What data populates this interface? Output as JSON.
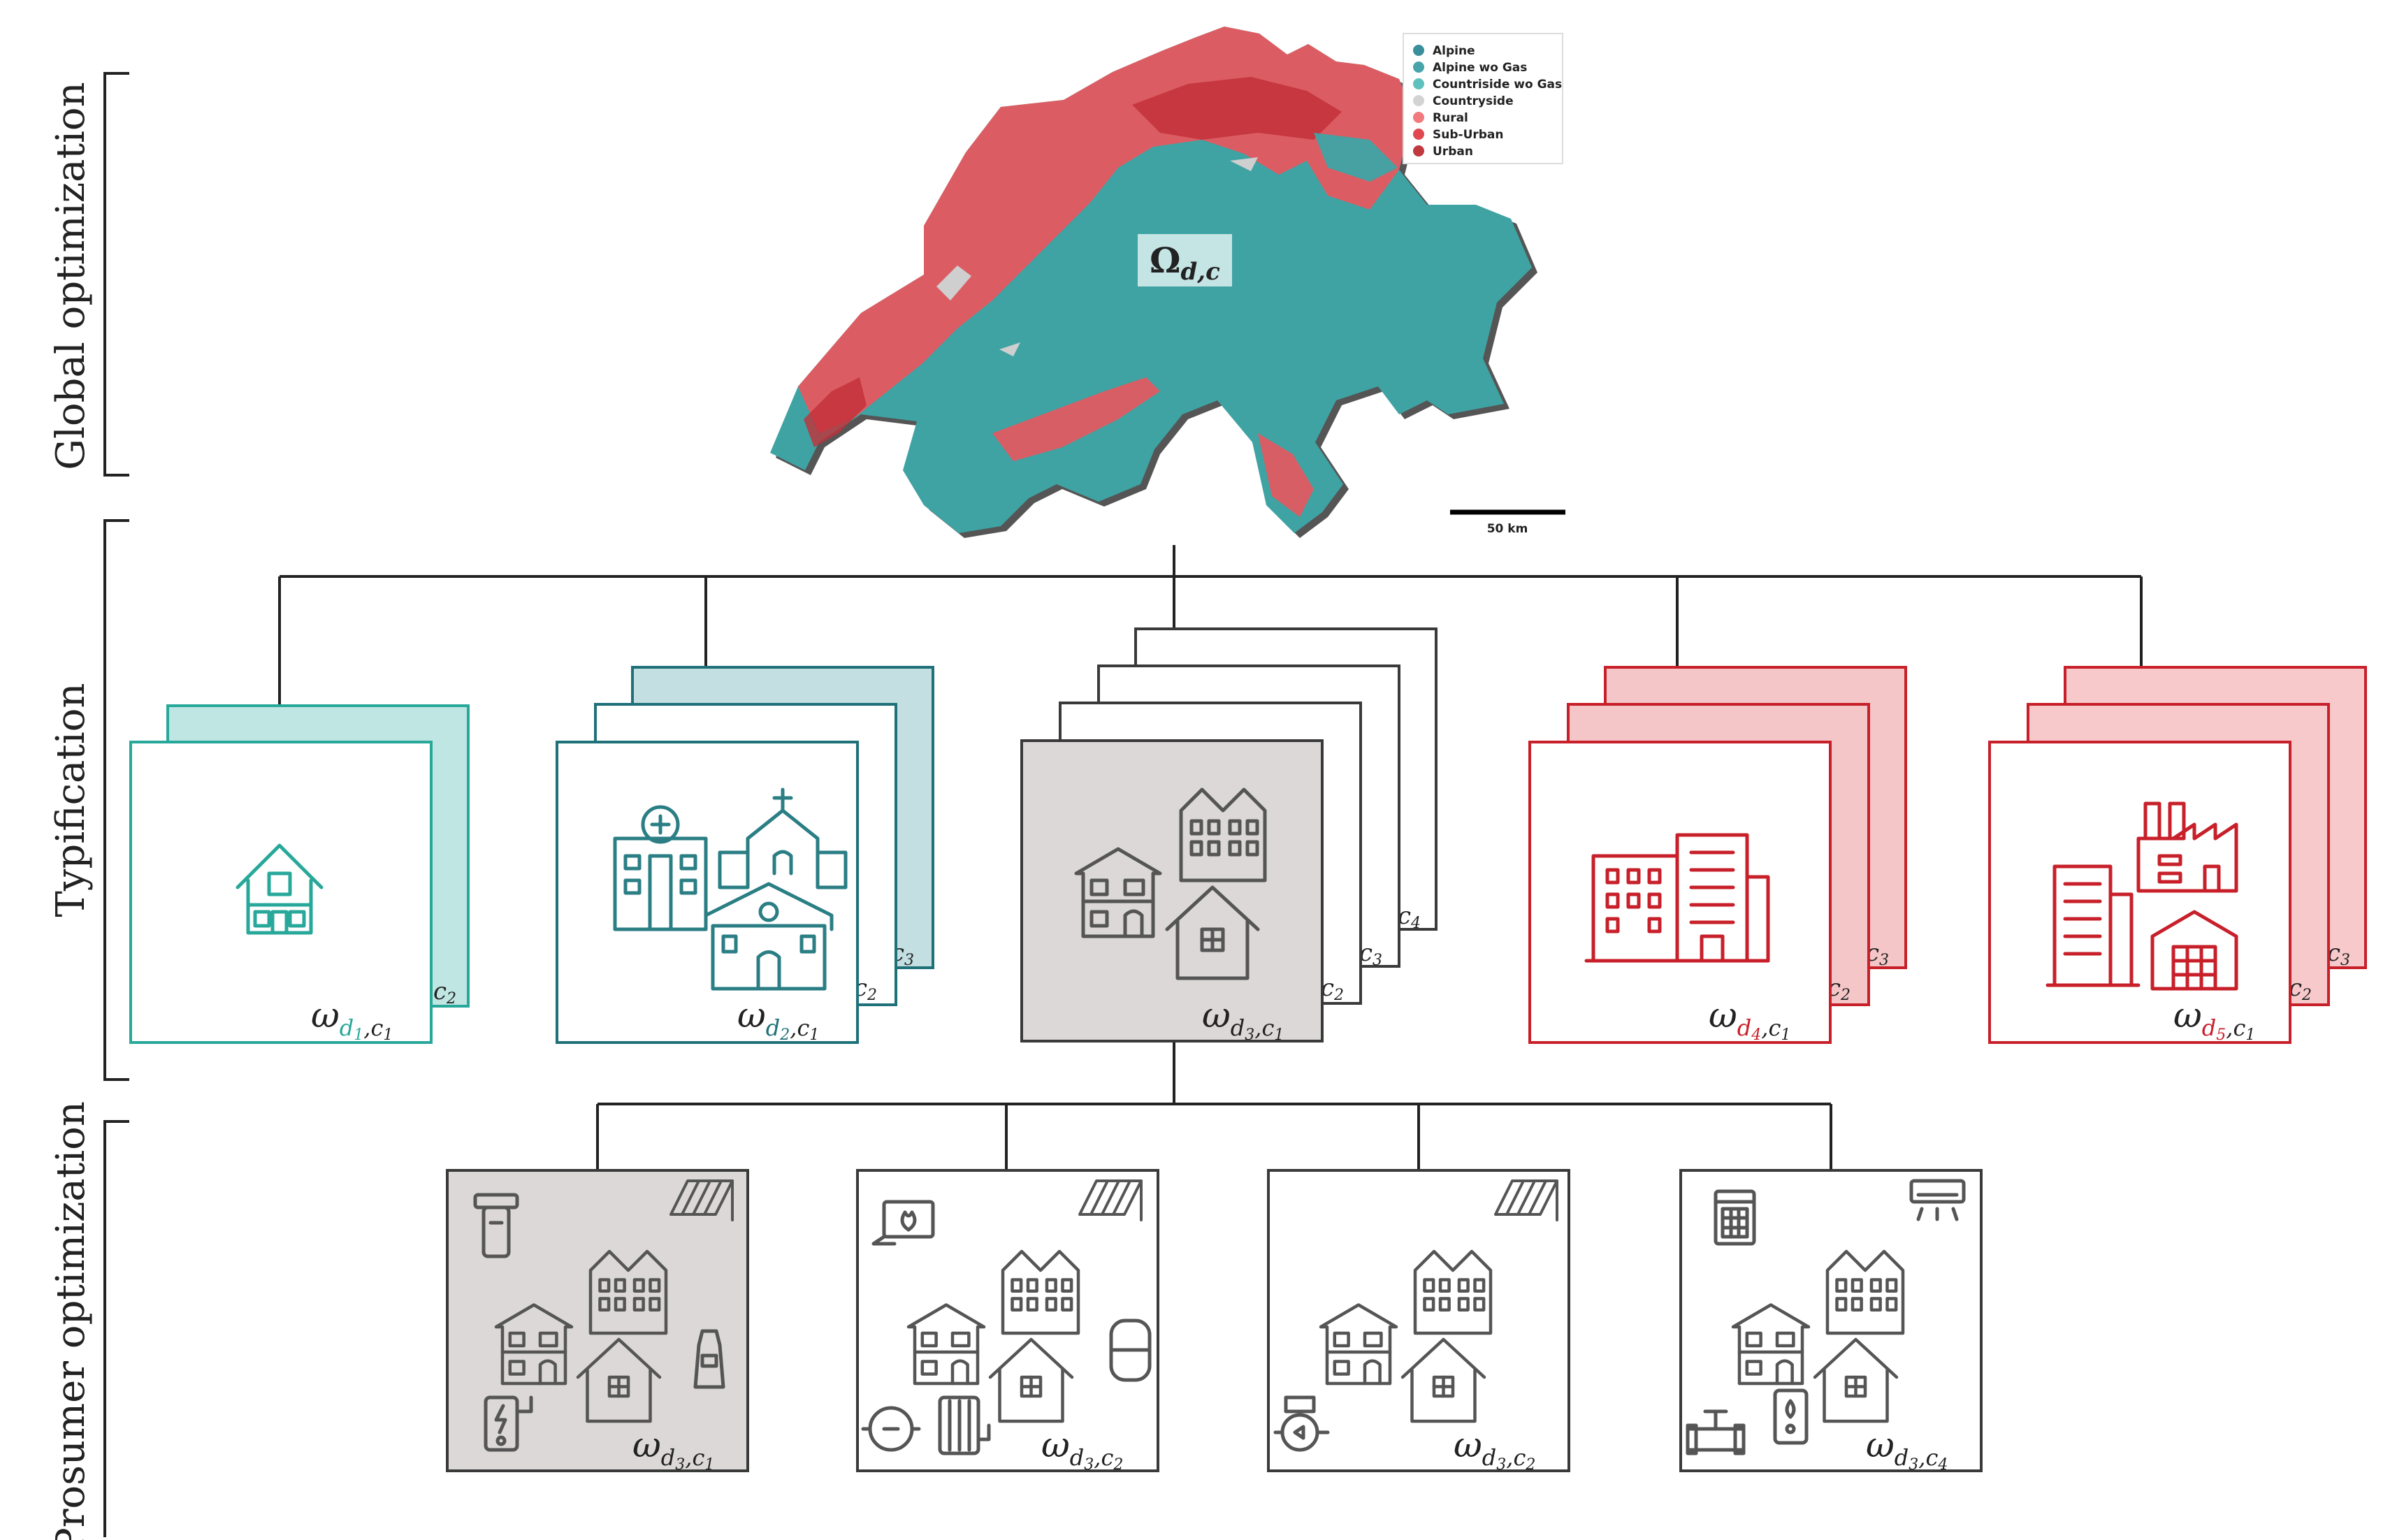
{
  "sections": {
    "global": "Global optimization",
    "typification": "Typification",
    "prosumer": "Prosumer optimization"
  },
  "map": {
    "center_label": {
      "symbol": "Ω",
      "sub": "d,c"
    },
    "scale_label": "50 km",
    "legend": [
      {
        "label": "Alpine",
        "color": "#3a8f9b"
      },
      {
        "label": "Alpine wo Gas",
        "color": "#47a4aa"
      },
      {
        "label": "Countriside wo Gas",
        "color": "#5fc1bd"
      },
      {
        "label": "Countryside",
        "color": "#d3d3d3"
      },
      {
        "label": "Rural",
        "color": "#f07a7e"
      },
      {
        "label": "Sub-Urban",
        "color": "#e0474f"
      },
      {
        "label": "Urban",
        "color": "#c0393f"
      }
    ]
  },
  "typification": [
    {
      "id": "d1",
      "color": "#28a89a",
      "fill": "#bfe6e2",
      "omega_sub": "d",
      "omega_idx": "1",
      "c": "c",
      "c_idx": "1",
      "back_labels": [
        "c2"
      ]
    },
    {
      "id": "d2",
      "color": "#1f7179",
      "fill": "#c3dfe1",
      "omega_sub": "d",
      "omega_idx": "2",
      "c": "c",
      "c_idx": "1",
      "back_labels": [
        "c2",
        "c3"
      ]
    },
    {
      "id": "d3",
      "color": "#3a3a3a",
      "fill": "#dbd8d7",
      "omega_sub": "d",
      "omega_idx": "3",
      "c": "c",
      "c_idx": "1",
      "back_labels": [
        "c2",
        "c3",
        "c4"
      ]
    },
    {
      "id": "d4",
      "color": "#c8202a",
      "fill": "#f5c6c8",
      "omega_sub": "d",
      "omega_idx": "4",
      "c": "c",
      "c_idx": "1",
      "back_labels": [
        "c2",
        "c3"
      ]
    },
    {
      "id": "d5",
      "color": "#c8202a",
      "fill": "#f7c9cb",
      "omega_sub": "d",
      "omega_idx": "5",
      "c": "c",
      "c_idx": "1",
      "back_labels": [
        "c2",
        "c3"
      ]
    }
  ],
  "prosumer": [
    {
      "omega": "d3,c1",
      "c_idx": "1"
    },
    {
      "omega": "d3,c2",
      "c_idx": "2"
    },
    {
      "omega": "d3,c2",
      "c_idx": "2"
    },
    {
      "omega": "d3,c4",
      "c_idx": "4"
    }
  ]
}
